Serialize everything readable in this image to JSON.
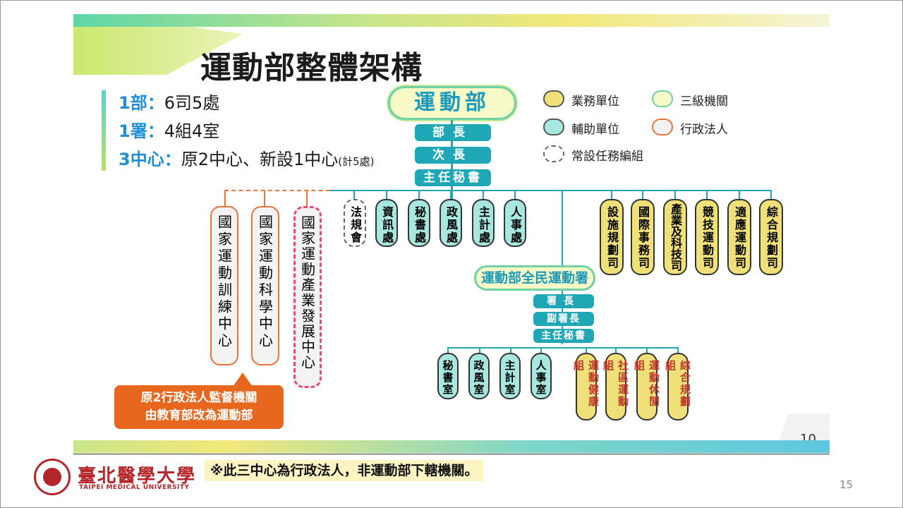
{
  "slide": {
    "title": "運動部整體架構",
    "page_number": "10",
    "summary": [
      {
        "key": "1部",
        "sep": "：",
        "value": "6司5處",
        "note": ""
      },
      {
        "key": "1署",
        "sep": "：",
        "value": "4組4室",
        "note": ""
      },
      {
        "key": "3中心",
        "sep": "：",
        "value": "原2中心、新設1中心",
        "note": "(計5處)"
      }
    ],
    "legend": [
      {
        "label": "業務單位",
        "fill": "#efe07a",
        "border": "#555555",
        "style": "solid"
      },
      {
        "label": "三級機關",
        "fill": "#f7f9c6",
        "border": "#6fd1a4",
        "style": "solid"
      },
      {
        "label": "輔助單位",
        "fill": "#a8e6e0",
        "border": "#555555",
        "style": "solid"
      },
      {
        "label": "行政法人",
        "fill": "#f3f3f3",
        "border": "#e8743b",
        "style": "solid"
      },
      {
        "label": "常設任務編組",
        "fill": "#ffffff",
        "border": "#666666",
        "style": "dashed"
      }
    ],
    "ministry": {
      "name": "運動部",
      "officials": [
        "部長",
        "次長",
        "主任秘書"
      ],
      "task_group": [
        "法規會"
      ],
      "support_units": [
        "資訊處",
        "秘書處",
        "政風處",
        "主計處",
        "人事處"
      ],
      "business_units": [
        "設施規劃司",
        "國際事務司",
        "產業及科技司",
        "競技運動司",
        "適應運動司",
        "綜合規劃司"
      ]
    },
    "centers": [
      "國家運動訓練中心",
      "國家運動科學中心",
      "國家運動產業發展中心"
    ],
    "callout": [
      "原2行政法人監督機關",
      "由教育部改為運動部"
    ],
    "administration": {
      "name": "運動部全民運動署",
      "officials": [
        "署長",
        "副署長",
        "主任秘書"
      ],
      "support_units": [
        "秘書室",
        "政風室",
        "主計室",
        "人事室"
      ],
      "business_units": [
        "運動健康組",
        "社區運動組",
        "運動休閒組",
        "綜合規劃組"
      ]
    }
  },
  "footer": {
    "university_cn": "臺北醫學大學",
    "university_en": "TAIPEI MEDICAL UNIVERSITY",
    "note": "※此三中心為行政法人，非運動部下轄機關。",
    "slide_number": "15"
  },
  "colors": {
    "teal": "#1fa7b5",
    "business": "#efe07a",
    "support": "#a8e6e0",
    "accent_orange": "#e8671f",
    "dashed_pink": "#e84a7f",
    "key_blue": "#1e8ed6",
    "logo_red": "#b3262b"
  }
}
